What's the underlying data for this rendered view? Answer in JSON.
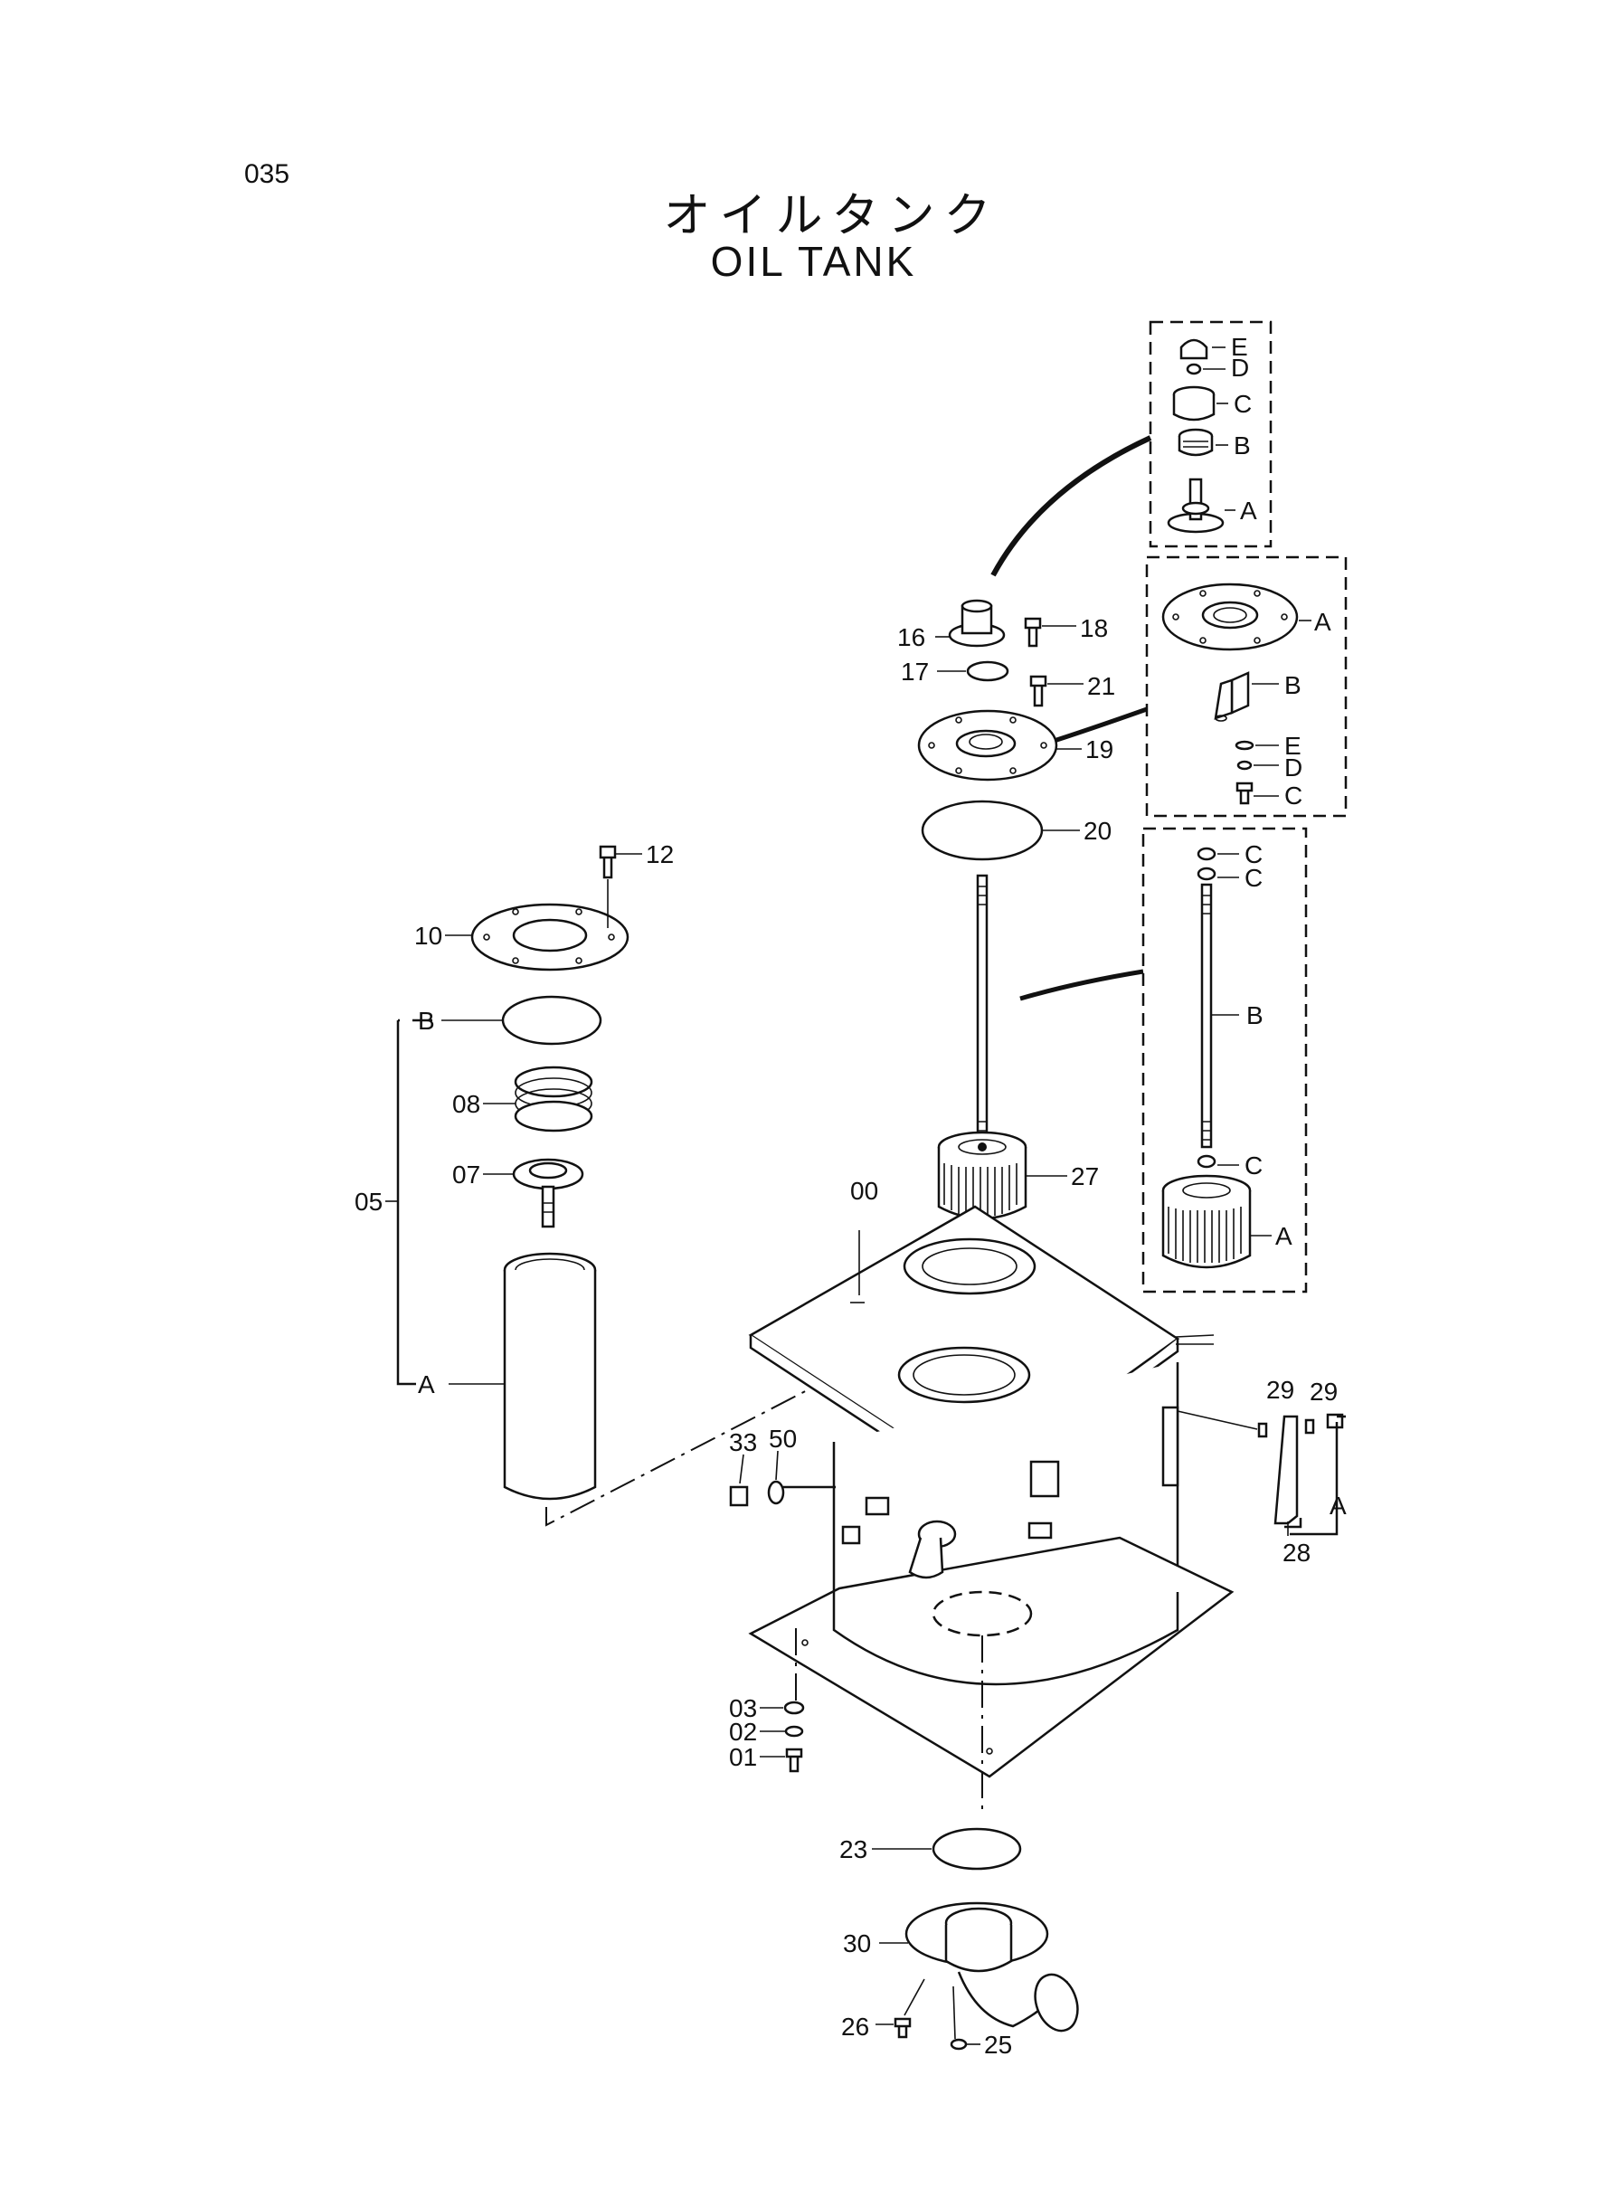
{
  "page_number": "035",
  "title_jp": "オイルタンク",
  "title_en": "OIL  TANK",
  "callouts": {
    "p00": "00",
    "p01": "01",
    "p02": "02",
    "p03": "03",
    "p05": "05",
    "p07": "07",
    "p08": "08",
    "p10": "10",
    "p12": "12",
    "p16": "16",
    "p17": "17",
    "p18": "18",
    "p19": "19",
    "p20": "20",
    "p21": "21",
    "p23": "23",
    "p25": "25",
    "p26": "26",
    "p27": "27",
    "p28": "28",
    "p29a": "29",
    "p29b": "29",
    "p30": "30",
    "p33": "33",
    "p50": "50"
  },
  "detail_cap": {
    "E": "E",
    "D": "D",
    "C": "C",
    "B": "B",
    "A": "A"
  },
  "detail_cover": {
    "A": "A",
    "B": "B",
    "E": "E",
    "D": "D",
    "C": "C"
  },
  "detail_rod": {
    "C1": "C",
    "C2": "C",
    "B": "B",
    "C3": "C",
    "A": "A"
  },
  "breather_group": {
    "B": "B",
    "A": "A"
  },
  "bracket_group": {
    "A": "A"
  }
}
